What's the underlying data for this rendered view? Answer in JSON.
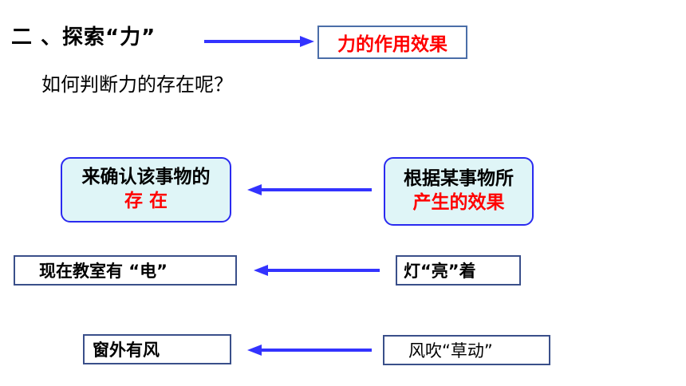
{
  "header": {
    "title": "二 、探索“力”",
    "effects_label": "力的作用效果"
  },
  "question": "如何判断力的存在呢？",
  "rows": [
    {
      "left": {
        "line1": "来确认该事物的",
        "line2": "存 在"
      },
      "right": {
        "line1": "根据某事物所",
        "line2": "产生的效果"
      }
    },
    {
      "left": "现在教室有 “电”",
      "right": "灯“亮”着"
    },
    {
      "left": "窗外有风",
      "right": "风吹“草动”"
    }
  ],
  "colors": {
    "arrow": "#3333ff",
    "highlight": "#ff0000",
    "rounded_box_fill": "#dff5f7"
  }
}
